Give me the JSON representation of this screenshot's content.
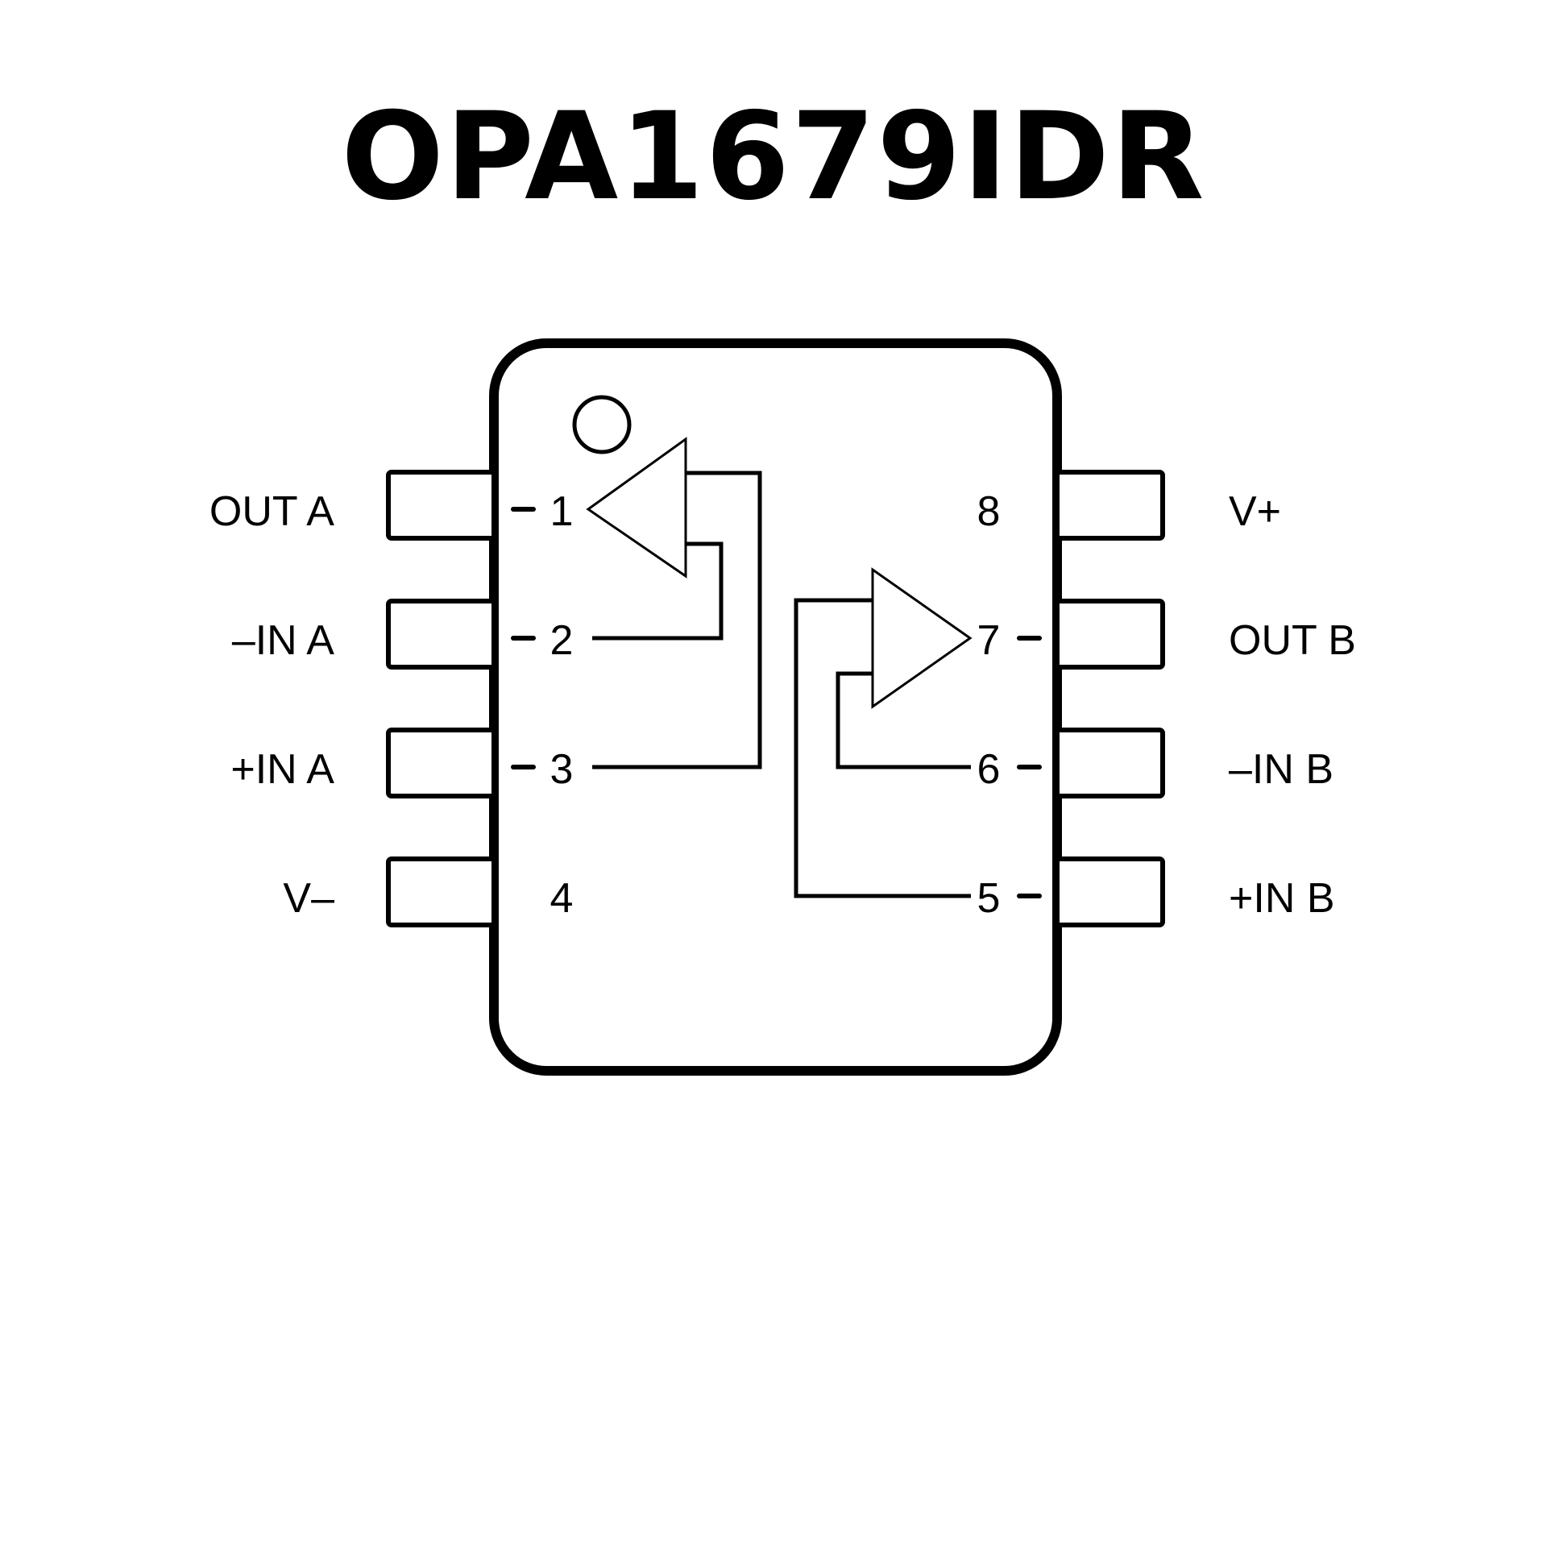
{
  "title": "OPA1679IDR",
  "package": {
    "orientation_mark": "pin-1-dot",
    "left_pins": [
      {
        "number": "1",
        "name": "OUT A"
      },
      {
        "number": "2",
        "name": "–IN A"
      },
      {
        "number": "3",
        "name": "+IN A"
      },
      {
        "number": "4",
        "name": "V–"
      }
    ],
    "right_pins": [
      {
        "number": "8",
        "name": "V+"
      },
      {
        "number": "7",
        "name": "OUT B"
      },
      {
        "number": "6",
        "name": "–IN B"
      },
      {
        "number": "5",
        "name": "+IN B"
      }
    ],
    "amplifiers": [
      {
        "name": "A",
        "output_pin": "1",
        "inverting_pin": "2",
        "noninverting_pin": "3"
      },
      {
        "name": "B",
        "output_pin": "7",
        "inverting_pin": "6",
        "noninverting_pin": "5"
      }
    ]
  }
}
